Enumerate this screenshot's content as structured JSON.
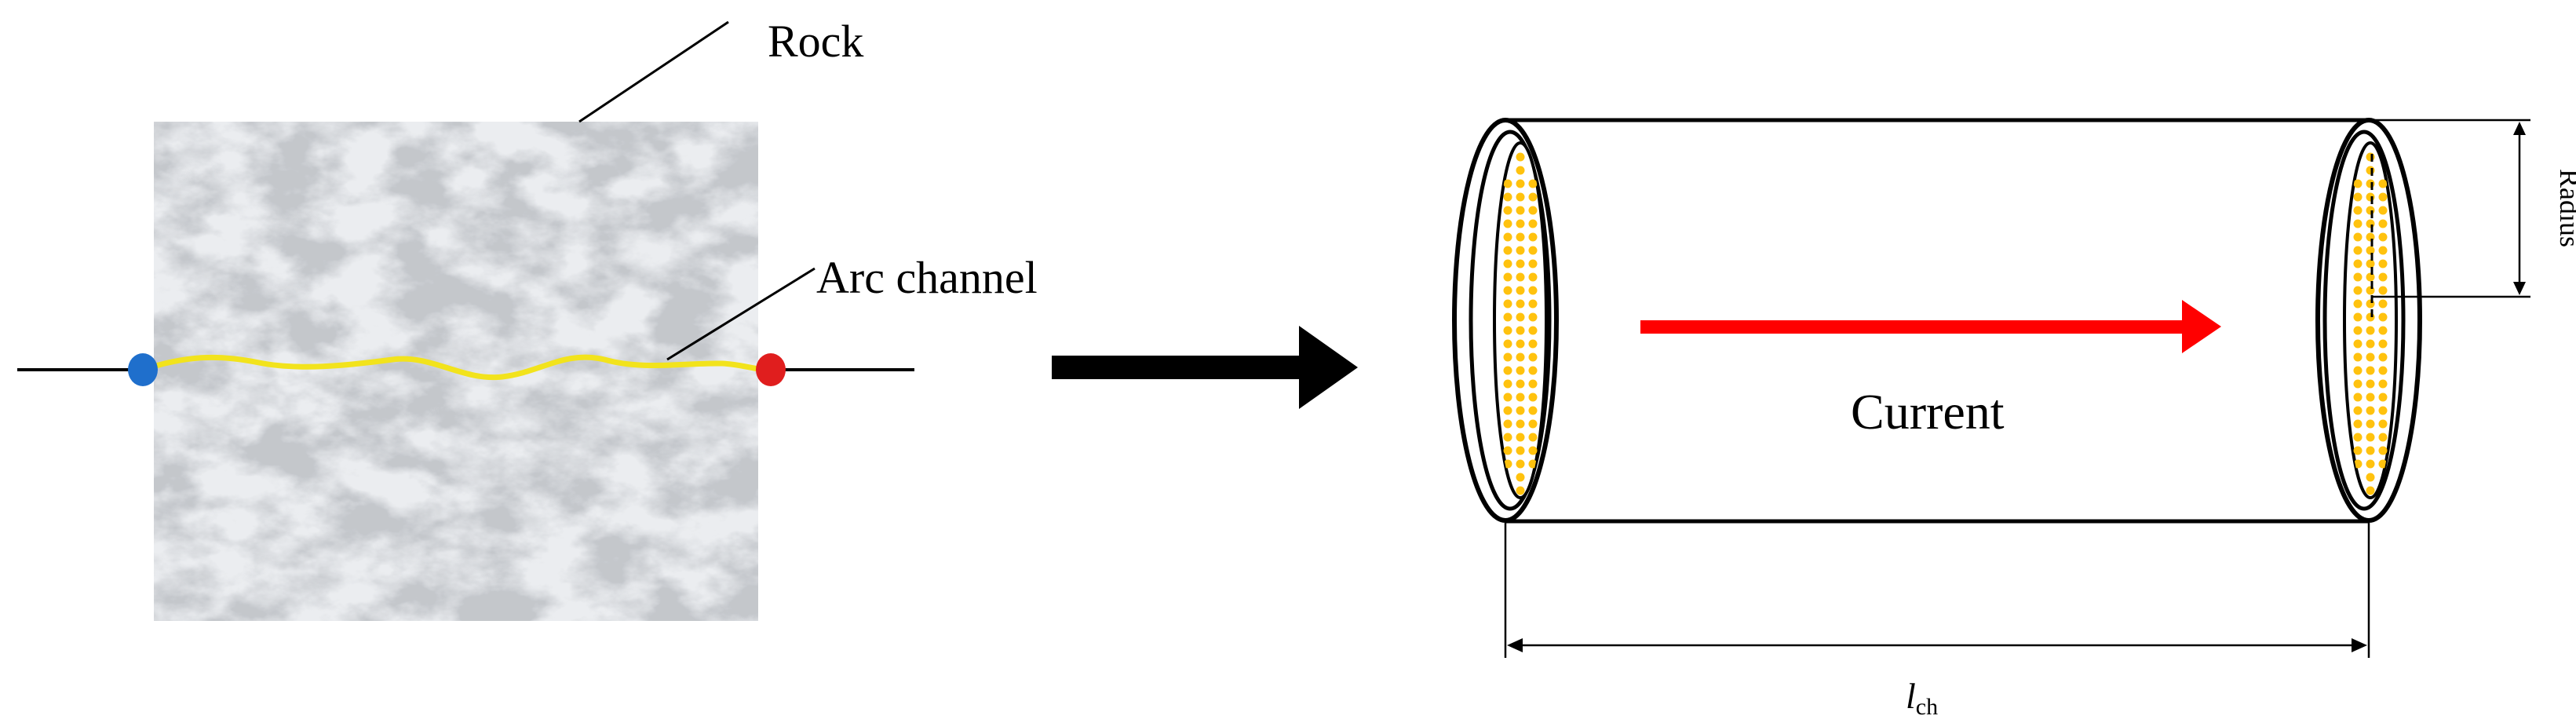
{
  "labels": {
    "rock": "Rock",
    "arc_channel": "Arc channel",
    "current": "Current",
    "radius": "Radius",
    "length_symbol": "l",
    "length_subscript": "ch"
  },
  "colors": {
    "electrode_left": "#1f6fcc",
    "electrode_right": "#e01e1e",
    "arc": "#f2e31c",
    "current_arrow": "#ff0000",
    "dots": "#ffc20e",
    "ink": "#000000"
  }
}
